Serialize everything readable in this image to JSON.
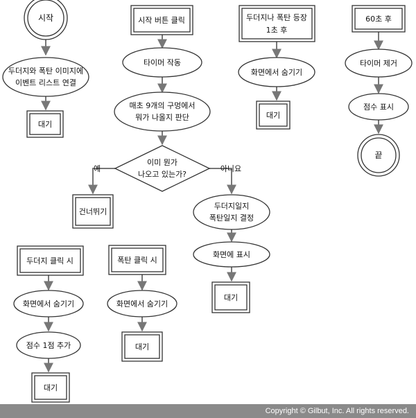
{
  "nodes": {
    "start": "시작",
    "assign_event": [
      "두더지와 폭탄 이미지에",
      "이벤트 리스트 연결"
    ],
    "wait1": "대기",
    "start_click": "시작 버튼 클릭",
    "timer_start": "타이머 작동",
    "decide_holes": [
      "매초 9개의 구멍에서",
      "뭐가 나올지 판단"
    ],
    "already": [
      "이미 뭔가",
      "나오고 있는가?"
    ],
    "yes": "예",
    "no": "아니요",
    "skip": "건너뛰기",
    "mole_or_bomb": [
      "두더지일지",
      "폭탄일지 결정"
    ],
    "show": "화면에 표시",
    "wait_show": "대기",
    "appear_1s": [
      "두더지나 폭탄 등장",
      "1초 후"
    ],
    "hide_a": "화면에서 숨기기",
    "wait_a": "대기",
    "after60": "60초 후",
    "remove_timer": "타이머 제거",
    "show_score": "점수 표시",
    "end": "끝",
    "mole_click": "두더지 클릭 시",
    "hide_mole": "화면에서 숨기기",
    "add_point": "점수 1점 추가",
    "wait_mole": "대기",
    "bomb_click": "폭탄 클릭 시",
    "hide_bomb": "화면에서 숨기기",
    "wait_bomb": "대기"
  },
  "footer": "Copyright © Gilbut, Inc. All rights reserved."
}
